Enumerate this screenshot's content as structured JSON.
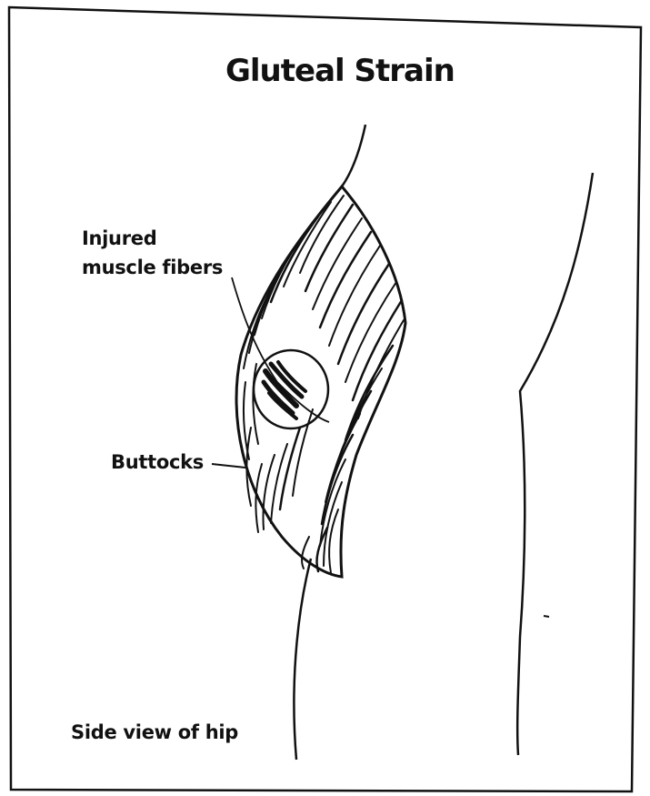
{
  "diagram": {
    "title": "Gluteal Strain",
    "labels": {
      "injured_line1": "Injured",
      "injured_line2": "muscle fibers",
      "buttocks": "Buttocks",
      "view": "Side view of hip"
    },
    "colors": {
      "ink": "#111111",
      "paper": "#ffffff"
    }
  }
}
